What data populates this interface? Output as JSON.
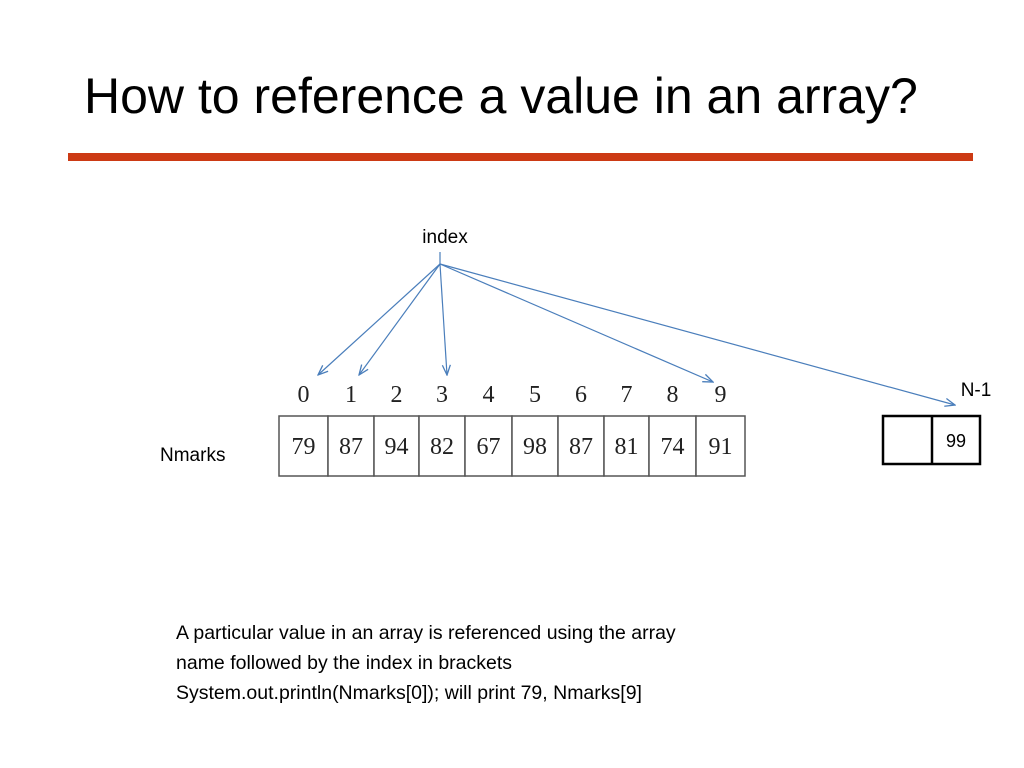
{
  "slide": {
    "title": "How to reference a value in an array?",
    "accent_color": "#cc3a14"
  },
  "diagram": {
    "index_label": "index",
    "array_name": "Nmarks",
    "indices": [
      "0",
      "1",
      "2",
      "3",
      "4",
      "5",
      "6",
      "7",
      "8",
      "9"
    ],
    "values": [
      "79",
      "87",
      "94",
      "82",
      "67",
      "98",
      "87",
      "81",
      "74",
      "91"
    ],
    "arrow_targets": [
      "0",
      "1",
      "3",
      "9",
      "N-1"
    ],
    "last_index_label": "N-1",
    "last_value": "99",
    "arrow_color": "#4a7ebb"
  },
  "explanation": {
    "line1": "A particular value in an array is referenced using the array",
    "line2": "name followed by the index in brackets",
    "line3": "System.out.println(Nmarks[0]);    will print 79, Nmarks[9]"
  }
}
